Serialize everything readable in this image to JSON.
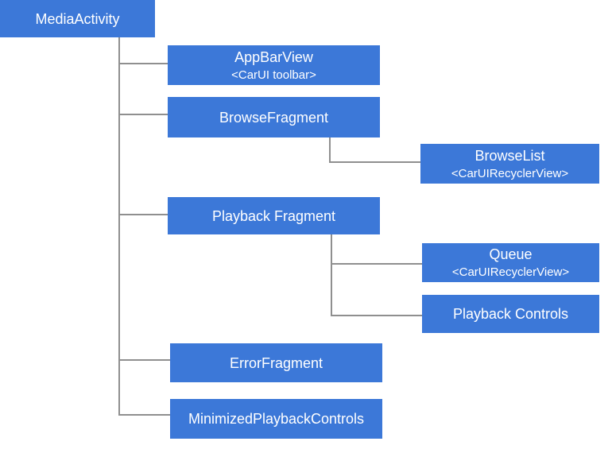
{
  "diagram": {
    "root": "MediaActivity",
    "type_label": "view hierarchy tree"
  },
  "nodes": {
    "media_activity": {
      "label": "MediaActivity"
    },
    "app_bar_view": {
      "label": "AppBarView",
      "sublabel": "<CarUI toolbar>"
    },
    "browse_fragment": {
      "label": "BrowseFragment"
    },
    "browse_list": {
      "label": "BrowseList",
      "sublabel": "<CarUIRecyclerView>"
    },
    "playback_fragment": {
      "label": "Playback Fragment"
    },
    "queue": {
      "label": "Queue",
      "sublabel": "<CarUIRecyclerView>"
    },
    "playback_controls": {
      "label": "Playback Controls"
    },
    "error_fragment": {
      "label": "ErrorFragment"
    },
    "minimized_playback_controls": {
      "label": "MinimizedPlaybackControls"
    }
  },
  "colors": {
    "node_fill": "#3c78d8",
    "node_text": "#ffffff",
    "connector": "#8f8f8f",
    "background": "#ffffff"
  }
}
